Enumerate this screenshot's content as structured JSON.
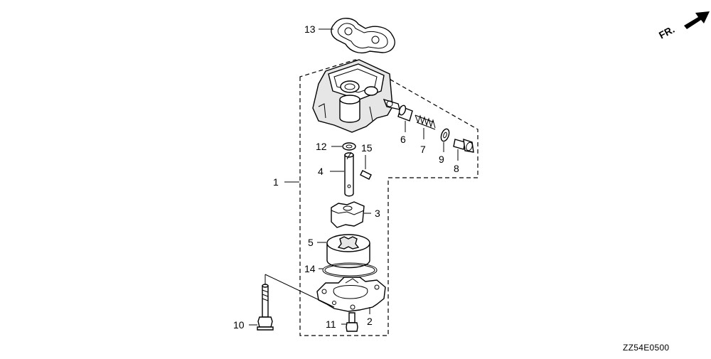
{
  "diagram": {
    "code": "ZZ54E0500",
    "direction_label": "FR."
  },
  "callouts": {
    "c1": "1",
    "c2": "2",
    "c3": "3",
    "c4": "4",
    "c5": "5",
    "c6": "6",
    "c7": "7",
    "c8": "8",
    "c9": "9",
    "c10": "10",
    "c11": "11",
    "c12": "12",
    "c13": "13",
    "c14": "14",
    "c15": "15"
  }
}
